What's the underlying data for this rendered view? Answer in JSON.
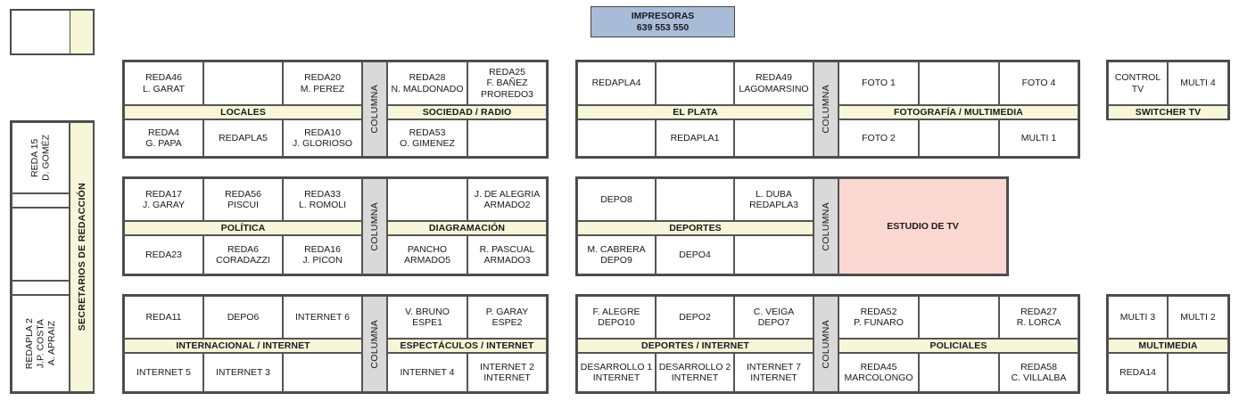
{
  "printers": {
    "title": "IMPRESORAS",
    "codes": "639  553  550",
    "color": "#a8bcd8"
  },
  "colors": {
    "band": "#f7f6d8",
    "columna": "#d9d9d9",
    "studio": "#fbd7d1",
    "cell": "#ffffff",
    "stroke": "#555555"
  },
  "columna_label": "COLUMNA",
  "sidebar": {
    "band_label": "SECRETARIOS DE REDACCIÓN",
    "cells": [
      {
        "name": "sidebar-cell-reda15",
        "text": "REDA 15\nD. GOMÉZ"
      },
      {
        "name": "sidebar-cell-empty-1",
        "text": ""
      },
      {
        "name": "sidebar-cell-empty-2",
        "text": ""
      },
      {
        "name": "sidebar-cell-empty-3",
        "text": ""
      },
      {
        "name": "sidebar-cell-redapla2",
        "text": "REDAPLA 2\nJ.P. COSTA\nA. APRAIZ"
      }
    ]
  },
  "topleft_box": {
    "name": "top-left-empty-box",
    "label": ""
  },
  "blocks": [
    {
      "name": "block-locales-sociedad-radio",
      "left_label": "LOCALES",
      "right_label": "SOCIEDAD / RADIO",
      "left_top": [
        "REDA46\nL. GARAT",
        "",
        "REDA20\nM. PEREZ"
      ],
      "left_bottom": [
        "REDA4\nG. PAPA",
        "REDAPLA5",
        "REDA10\nJ. GLORIOSO"
      ],
      "right_top": [
        "REDA28\nN. MALDONADO",
        "REDA25\nF. BAÑEZ\nPROREDO3"
      ],
      "right_bottom": [
        "REDA53\nO. GIMENEZ",
        ""
      ]
    },
    {
      "name": "block-el-plata-fotografia-multimedia",
      "left_label": "EL PLATA",
      "right_label": "FOTOGRAFÍA / MULTIMEDIA",
      "left_top": [
        "REDAPLA4",
        "",
        "REDA49\nLAGOMARSINO"
      ],
      "left_bottom": [
        "",
        "REDAPLA1",
        ""
      ],
      "right_top": [
        "FOTO 1",
        "",
        "FOTO 4"
      ],
      "right_bottom": [
        "FOTO 2",
        "",
        "MULTI 1"
      ]
    },
    {
      "name": "block-switcher-tv",
      "label": "SWITCHER TV",
      "top": [
        "CONTROL TV",
        "MULTI 4"
      ]
    },
    {
      "name": "block-politica-diagramacion",
      "left_label": "POLÍTICA",
      "right_label": "DIAGRAMACIÓN",
      "left_top": [
        "REDA17\nJ. GARAY",
        "REDA56\nPISCUI",
        "REDA33\nL. ROMOLI"
      ],
      "left_bottom": [
        "REDA23",
        "REDA6\nCORADAZZI",
        "REDA16\nJ. PICON"
      ],
      "right_top": [
        "",
        "J. DE ALEGRIA\nARMADO2"
      ],
      "right_bottom": [
        "PANCHO\nARMADO5",
        "R. PASCUAL\nARMADO3"
      ]
    },
    {
      "name": "block-deportes-estudio-tv",
      "left_label": "DEPORTES",
      "left_top": [
        "DEPO8",
        "",
        "L. DUBA\nREDAPLA3"
      ],
      "left_bottom": [
        "M. CABRERA\nDEPO9",
        "DEPO4",
        ""
      ],
      "studio_label": "ESTUDIO DE TV"
    },
    {
      "name": "block-internacional-espectaculos",
      "left_label": "INTERNACIONAL / INTERNET",
      "right_label": "ESPECTÁCULOS / INTERNET",
      "left_top": [
        "REDA11",
        "DEPO6",
        "INTERNET 6"
      ],
      "left_bottom": [
        "INTERNET 5",
        "INTERNET 3",
        ""
      ],
      "right_top": [
        "V. BRUNO\nESPE1",
        "P. GARAY\nESPE2"
      ],
      "right_bottom": [
        "INTERNET 4",
        "INTERNET 2\nINTERNET"
      ]
    },
    {
      "name": "block-deportes-internet-policiales",
      "left_label": "DEPORTES / INTERNET",
      "right_label": "POLICIALES",
      "left_top": [
        "F. ALEGRE\nDEPO10",
        "DEPO2",
        "C. VEIGA\nDEPO7"
      ],
      "left_bottom": [
        "DESARROLLO 1\nINTERNET",
        "DESARROLLO 2\nINTERNET",
        "INTERNET 7\nINTERNET"
      ],
      "right_top": [
        "REDA52\nP. FUNARO",
        "",
        "REDA27\nR. LORCA"
      ],
      "right_bottom": [
        "REDA45\nMARCOLONGO",
        "",
        "REDA58\nC. VILLALBA"
      ]
    },
    {
      "name": "block-multimedia",
      "label": "MULTIMEDIA",
      "top": [
        "MULTI 3",
        "MULTI 2"
      ],
      "bottom": [
        "REDA14",
        ""
      ]
    }
  ]
}
